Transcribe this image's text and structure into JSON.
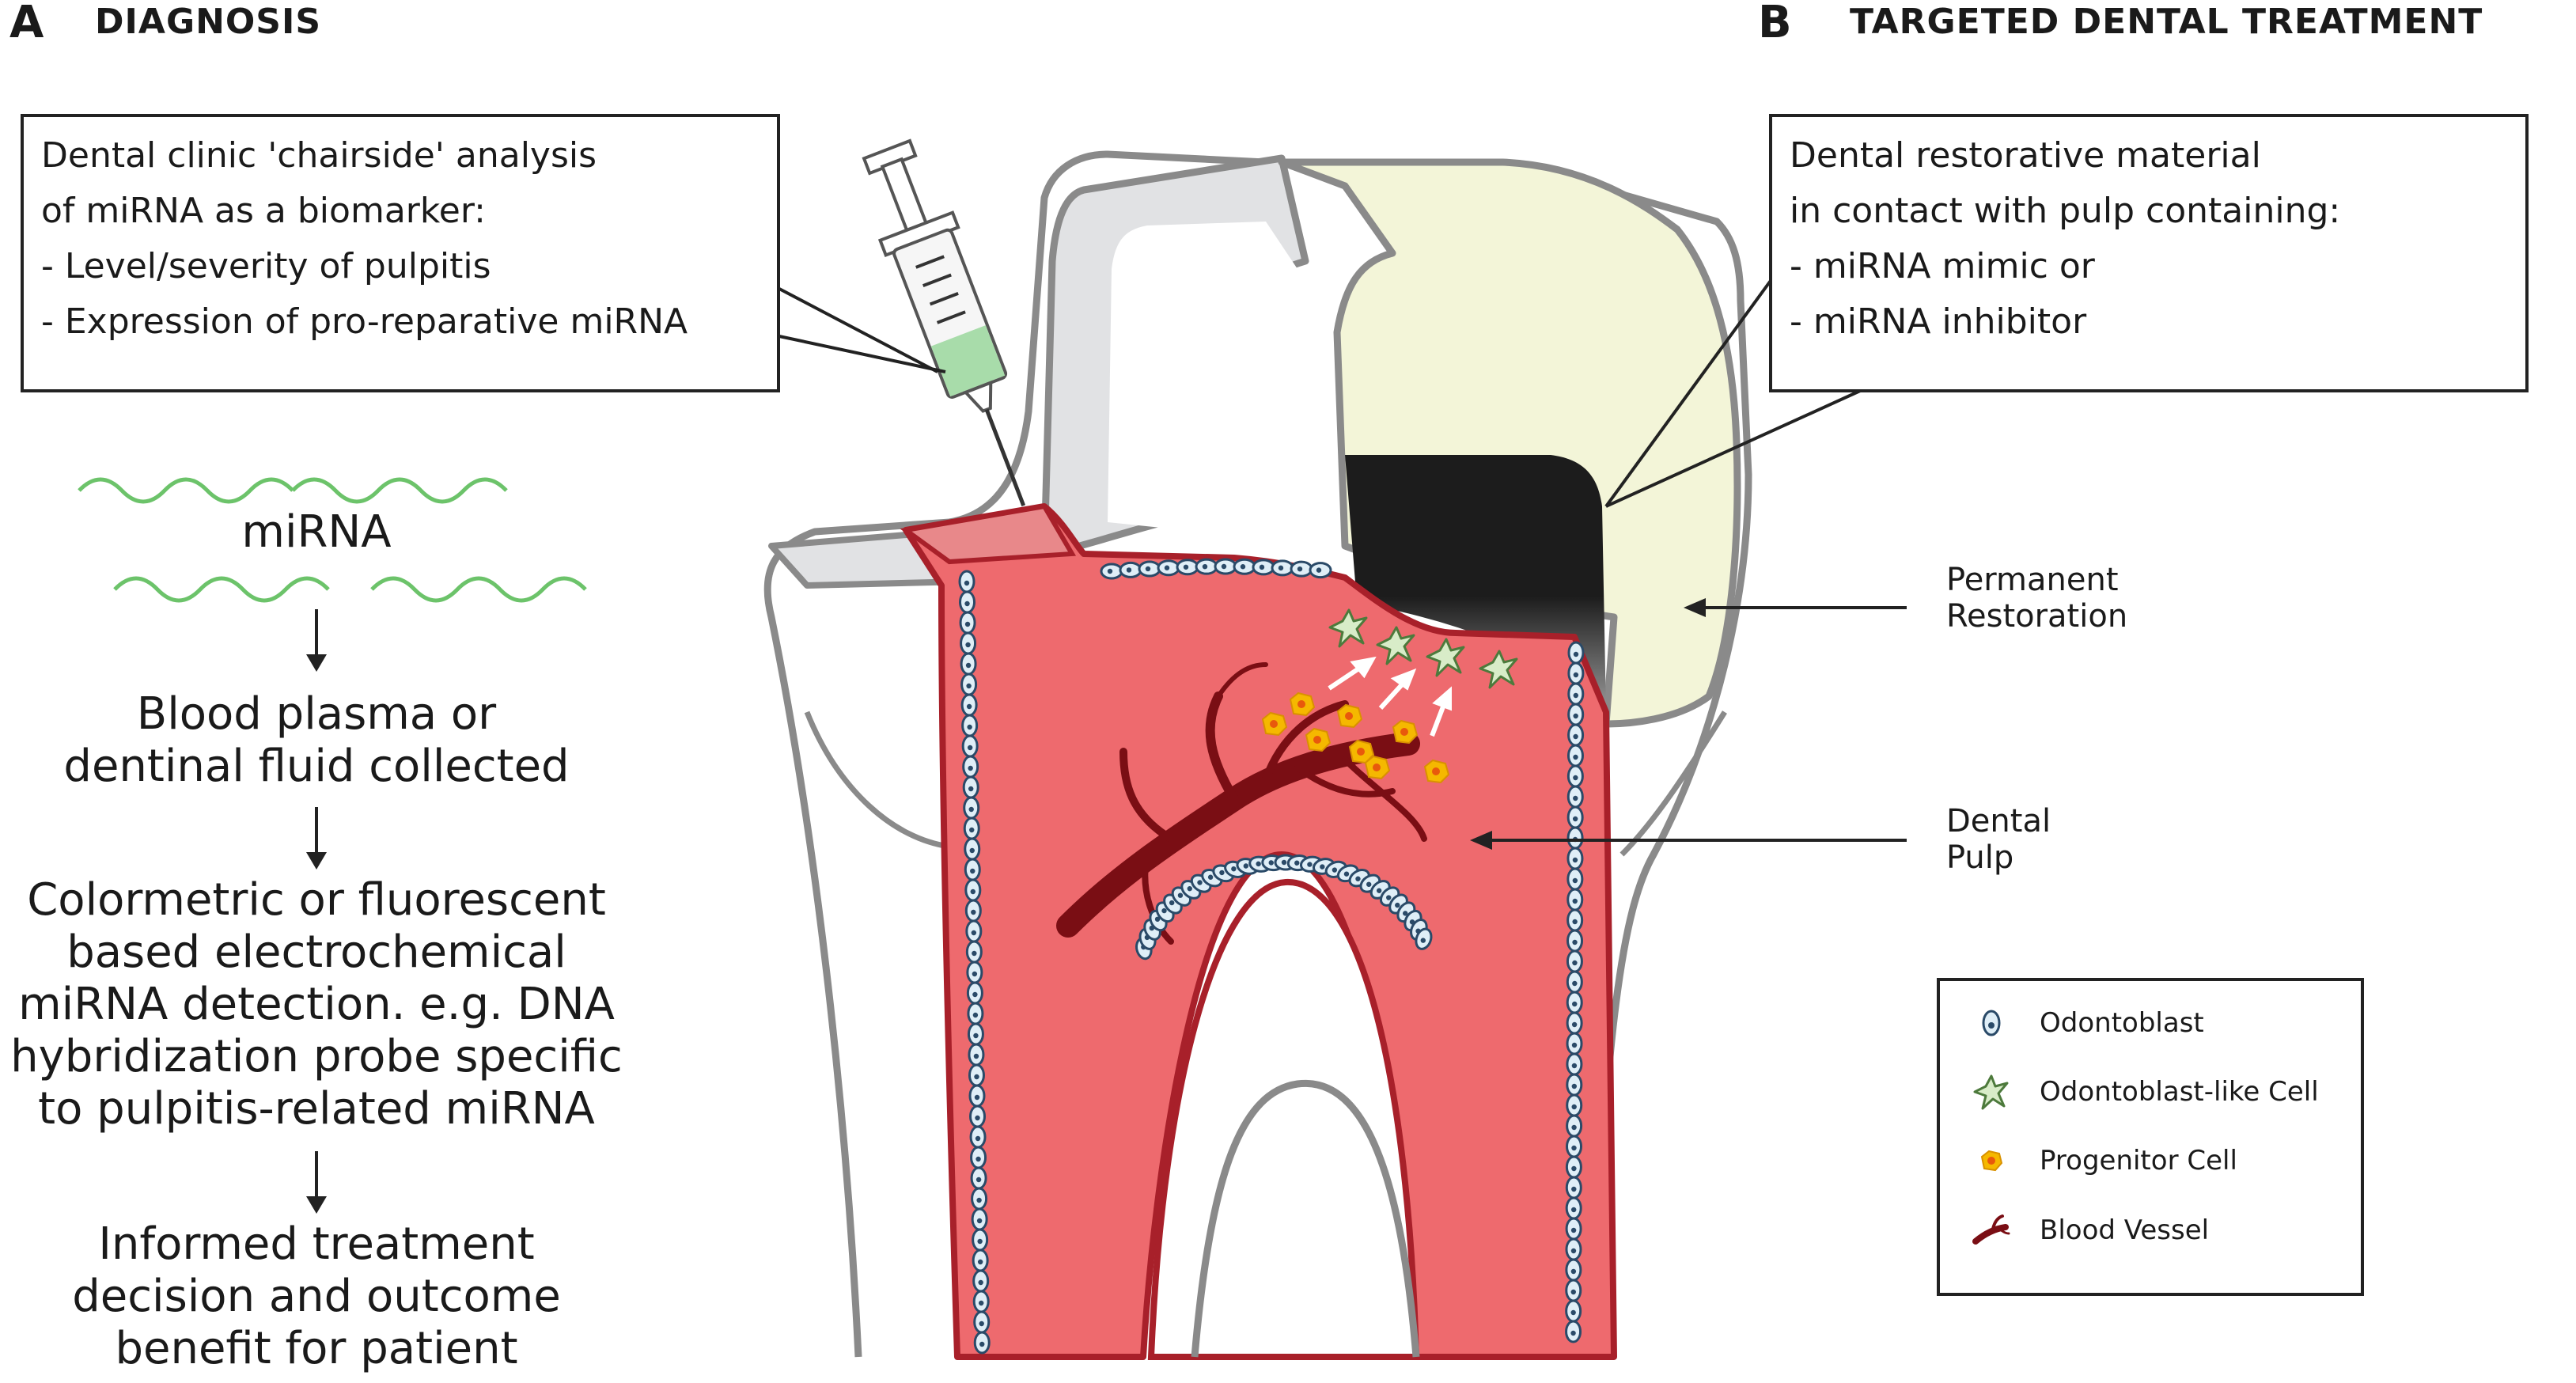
{
  "panel_a": {
    "letter": "A",
    "title": "DIAGNOSIS",
    "callout_lines": [
      "Dental clinic 'chairside' analysis",
      "of miRNA as a biomarker:",
      "- Level/severity of pulpitis",
      "- Expression of pro-reparative miRNA"
    ],
    "mirna_label": "miRNA",
    "step1": [
      "Blood plasma or",
      "dentinal fluid collected"
    ],
    "step2": [
      "Colormetric or fluorescent",
      "based electrochemical",
      "miRNA detection. e.g. DNA",
      "hybridization probe specific",
      "to pulpitis-related miRNA"
    ],
    "step3": [
      "Informed treatment",
      "decision and outcome",
      "benefit for patient"
    ]
  },
  "panel_b": {
    "letter": "B",
    "title": "TARGETED DENTAL TREATMENT",
    "callout_lines": [
      "Dental restorative material",
      "in contact with pulp containing:",
      "- miRNA mimic or",
      "- miRNA inhibitor"
    ],
    "label_restoration": [
      "Permanent",
      "Restoration"
    ],
    "label_pulp": [
      "Dental",
      "Pulp"
    ]
  },
  "legend": {
    "items": [
      {
        "label": "Odontoblast",
        "icon": "odontoblast-icon"
      },
      {
        "label": "Odontoblast-like Cell",
        "icon": "odontoblast-like-cell-icon"
      },
      {
        "label": "Progenitor Cell",
        "icon": "progenitor-cell-icon"
      },
      {
        "label": "Blood Vessel",
        "icon": "blood-vessel-icon"
      }
    ]
  },
  "colors": {
    "pulp": "#ee6a6e",
    "pulp_border": "#a8202a",
    "tooth_outline": "#8a8a8a",
    "restoration": "#f3f5d8",
    "enamel_grey": "#e1e2e4",
    "liner": "#1c1c1c",
    "mirna_wave": "#6cc36a",
    "syringe_liquid": "#a8dcaa",
    "vessel": "#7a0e14",
    "progenitor": "#f5b800"
  }
}
